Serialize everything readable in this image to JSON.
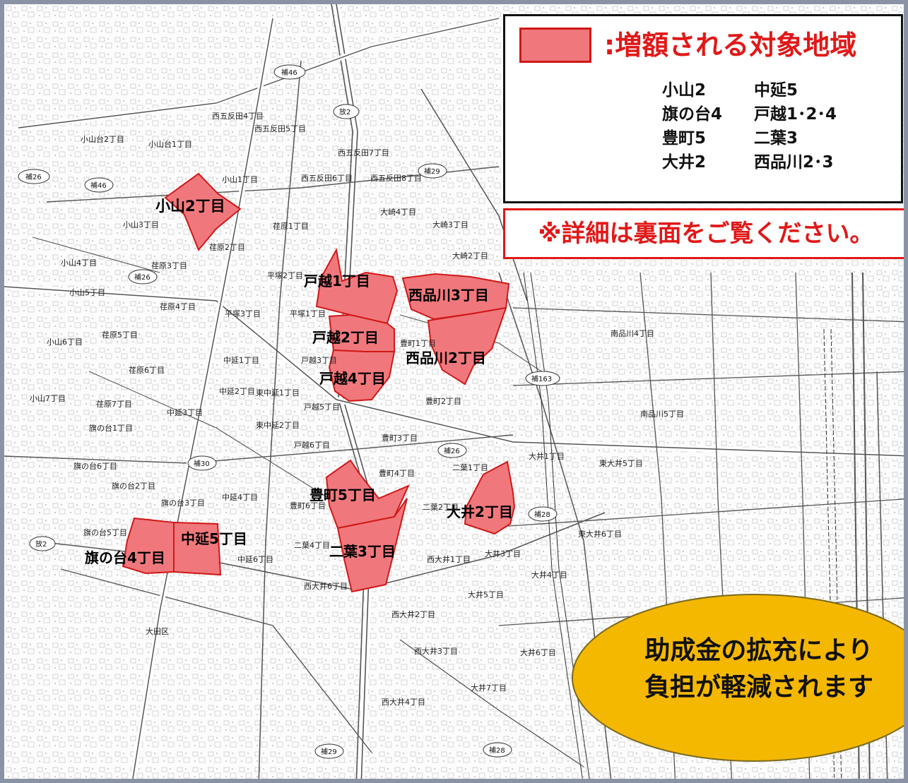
{
  "legend": {
    "title": ":増額される対象地域",
    "rows": [
      [
        "小山2",
        "中延5"
      ],
      [
        "旗の台4",
        "戸越1･2･4"
      ],
      [
        "豊町5",
        "二葉3"
      ],
      [
        "大井2",
        "西品川2･3"
      ]
    ]
  },
  "notice": "※詳細は裏面をご覧ください。",
  "callout": {
    "line1": "助成金の拡充により",
    "line2": "負担が軽減されます"
  },
  "districts": {
    "koyama2": "小山2丁目",
    "togoshi1": "戸越1丁目",
    "togoshi2": "戸越2丁目",
    "togoshi4": "戸越4丁目",
    "nishishinagawa3": "西品川3丁目",
    "nishishinagawa2": "西品川2丁目",
    "yutakacho5": "豊町5丁目",
    "futaba3": "二葉3丁目",
    "ooi2": "大井2丁目",
    "nakanobu5": "中延5丁目",
    "hatanodai4": "旗の台4丁目"
  },
  "small_labels": {
    "l1": "西五反田4丁目",
    "l2": "西五反田5丁目",
    "l3": "小山台2丁目",
    "l4": "小山台1丁目",
    "l5": "小山1丁目",
    "l6": "西五反田6丁目",
    "l7": "西五反田7丁目",
    "l8": "西五反田8丁目",
    "l9": "大崎4丁目",
    "l10": "大崎3丁目",
    "l11": "大崎2丁目",
    "l12": "小山3丁目",
    "l13": "荏原1丁目",
    "l14": "荏原2丁目",
    "l15": "荏原3丁目",
    "l16": "小山4丁目",
    "l17": "小山5丁目",
    "l18": "荏原4丁目",
    "l19": "小山6丁目",
    "l20": "荏原5丁目",
    "l21": "荏原6丁目",
    "l22": "小山7丁目",
    "l23": "荏原7丁目",
    "l24": "平塚2丁目",
    "l25": "平塚3丁目",
    "l26": "平塚1丁目",
    "l27": "戸越3丁目",
    "l28": "戸越5丁目",
    "l29": "戸越6丁目",
    "l30": "中延1丁目",
    "l31": "中延2丁目",
    "l32": "中延3丁目",
    "l33": "中延4丁目",
    "l34": "中延6丁目",
    "l35": "東中延1丁目",
    "l36": "東中延2丁目",
    "l37": "豊町1丁目",
    "l38": "豊町2丁目",
    "l39": "豊町3丁目",
    "l40": "豊町4丁目",
    "l41": "豊町6丁目",
    "l42": "二葉1丁目",
    "l43": "二葉2丁目",
    "l44": "二葉4丁目",
    "l45": "西大井1丁目",
    "l46": "西大井2丁目",
    "l47": "西大井3丁目",
    "l48": "西大井4丁目",
    "l49": "西大井6丁目",
    "l50": "大井1丁目",
    "l51": "大井3丁目",
    "l52": "大井4丁目",
    "l53": "大井5丁目",
    "l54": "大井6丁目",
    "l55": "大井7丁目",
    "l56": "東大井5丁目",
    "l57": "東大井6丁目",
    "l58": "南品川4丁目",
    "l59": "南品川5丁目",
    "l60": "旗の台1丁目",
    "l61": "旗の台2丁目",
    "l62": "旗の台3丁目",
    "l63": "旗の台5丁目",
    "l64": "旗の台6丁目",
    "l65": "大田区"
  },
  "route_labels": {
    "r1": "補46",
    "r2": "放2",
    "r3": "補26",
    "r4": "補29",
    "r5": "補163",
    "r6": "補26",
    "r7": "補30",
    "r8": "補28",
    "r9": "放2",
    "r10": "補29",
    "r11": "補28",
    "r12": "補46",
    "r13": "補26"
  },
  "colors": {
    "highlight_fill": "#f0787c",
    "highlight_stroke": "#d01818",
    "accent_red": "#e11818",
    "callout_fill": "#f5b800"
  }
}
